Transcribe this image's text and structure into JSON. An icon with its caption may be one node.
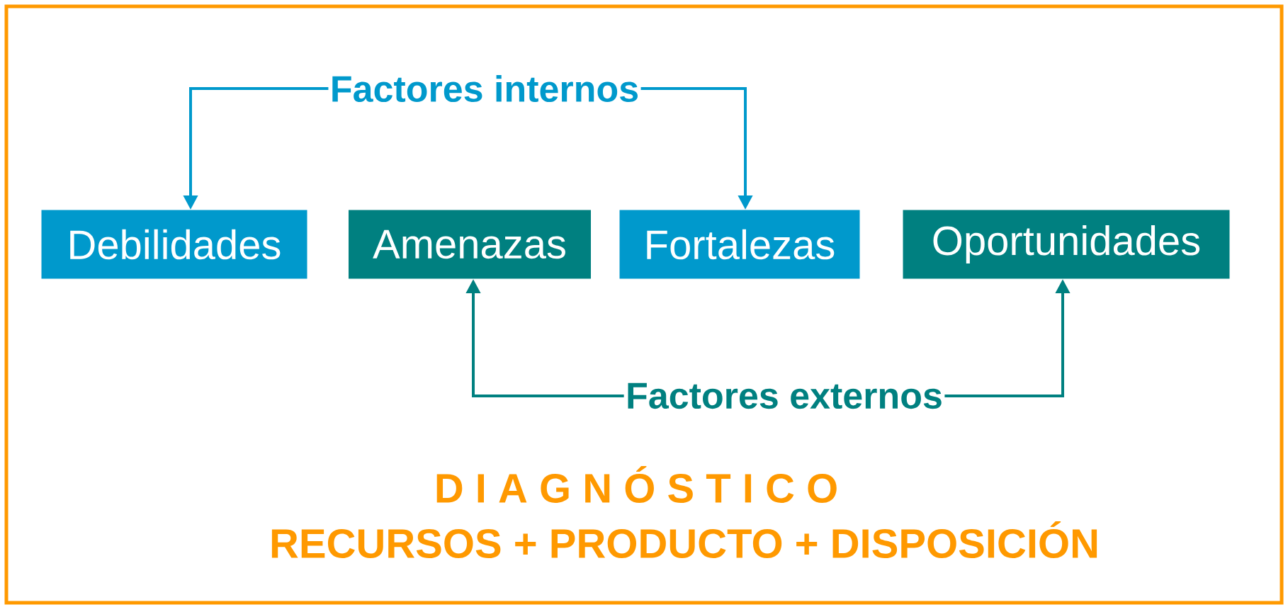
{
  "diagram": {
    "nodes": [
      {
        "text": [
          "Debilidades"
        ]
      },
      {
        "text": [
          "Amenazas"
        ]
      },
      {
        "text": [
          "Fortalezas"
        ]
      },
      {
        "text": [
          "Oportunidades"
        ]
      },
      {
        "text": [
          "Factores internos"
        ]
      },
      {
        "text": [
          "Factores externos"
        ]
      }
    ],
    "edges": [
      {
        "from": 4,
        "to": 0,
        "arrow": "to",
        "color": "#0099cc"
      },
      {
        "from": 4,
        "to": 2,
        "arrow": "to",
        "color": "#0099cc"
      },
      {
        "from": 5,
        "to": 1,
        "arrow": "to",
        "color": "#008080"
      },
      {
        "from": 5,
        "to": 3,
        "arrow": "to",
        "color": "#008080"
      }
    ],
    "labels": [
      "D I A G N Ó S T I C O",
      "RECURSOS + PRODUCTO + DISPOSICIÓN"
    ]
  }
}
